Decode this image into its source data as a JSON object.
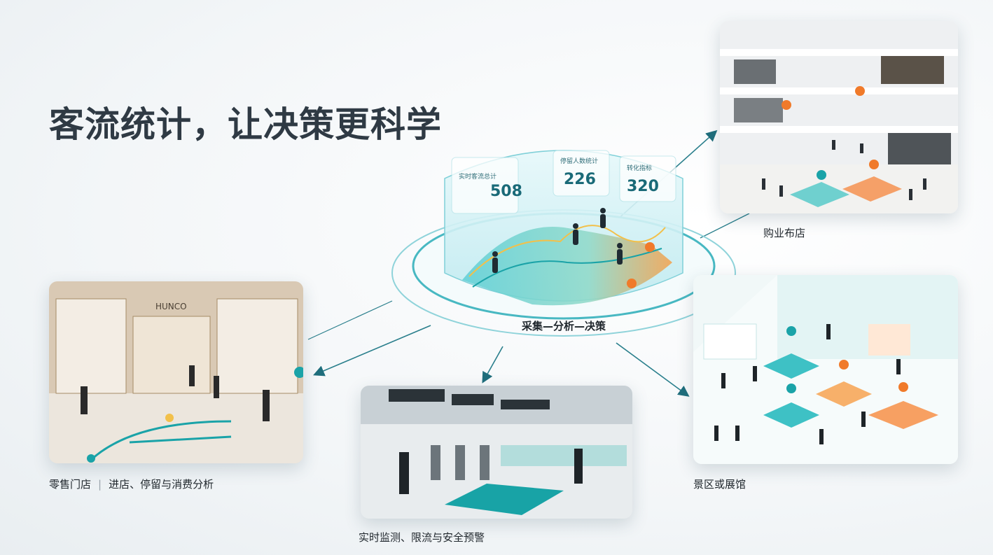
{
  "title": "客流统计，让决策更科学",
  "center": {
    "label": "采集—分析—决策",
    "cards": [
      {
        "heading": "实时客流总计",
        "value": "508"
      },
      {
        "heading": "停留人数统计",
        "value": "226"
      },
      {
        "heading": "转化指标",
        "value": "320"
      }
    ]
  },
  "scenes": {
    "mall": {
      "caption": "购业布店"
    },
    "retail": {
      "caption_main": "零售门店",
      "caption_sep": "|",
      "caption_detail": "进店、停留与消费分析",
      "store_sign": "HUNCO"
    },
    "metro": {
      "caption": "实时监测、限流与安全预警"
    },
    "scenic": {
      "caption": "景区或展馆"
    }
  },
  "colors": {
    "accent": "#1aa3a8",
    "orange": "#f07a2a",
    "text": "#2f3a44"
  }
}
